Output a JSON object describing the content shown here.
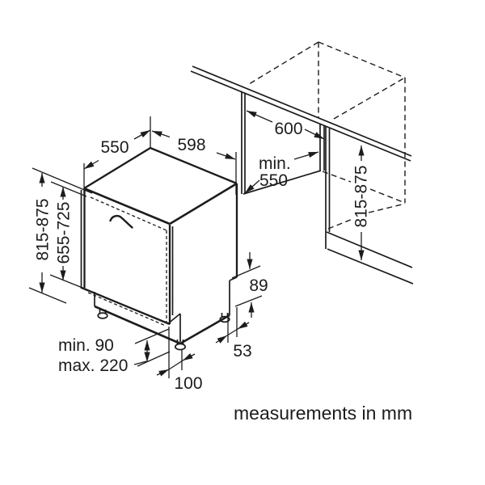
{
  "background": "#ffffff",
  "ink": "#1c1c1c",
  "footer": {
    "note": "measurements in mm"
  },
  "dimensions": {
    "top_depth": "550",
    "top_width": "598",
    "niche_width": "600",
    "niche_depth": {
      "line1": "min.",
      "line2": "550"
    },
    "appliance_height_left": "815-875",
    "door_panel_height": "655-725",
    "niche_height_right": "815-875",
    "plinth_recess_height": "89",
    "side_foot_offset": "53",
    "front_foot_offset": "100",
    "plinth_min": "min. 90",
    "plinth_max": "max. 220"
  }
}
